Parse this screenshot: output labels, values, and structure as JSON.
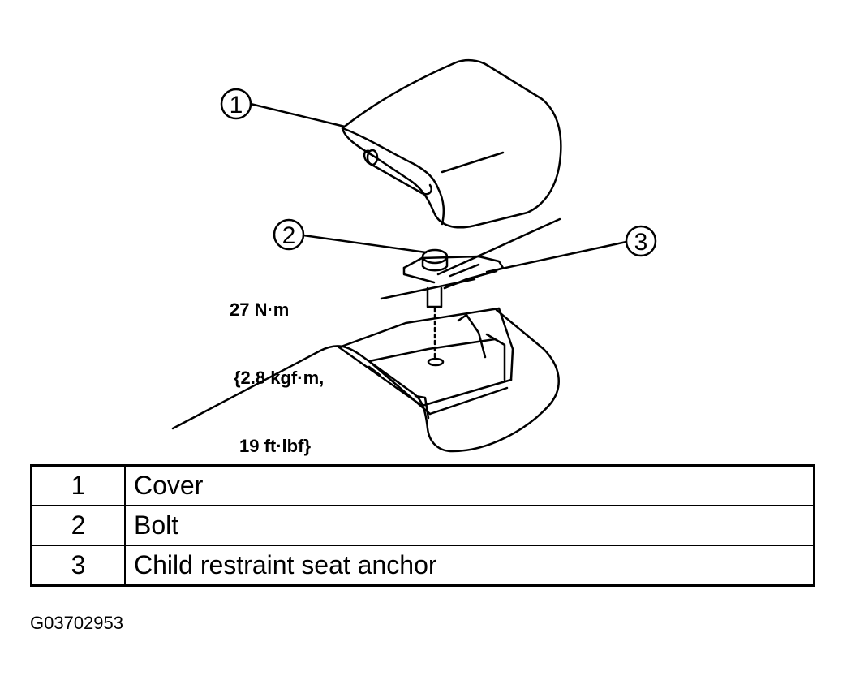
{
  "callouts": [
    "1",
    "2",
    "3"
  ],
  "torque": {
    "line1": "27 N·m",
    "line2": "{2.8 kgf·m,",
    "line3": "19 ft·lbf}"
  },
  "legend": {
    "rows": [
      {
        "num": "1",
        "name": "Cover"
      },
      {
        "num": "2",
        "name": "Bolt"
      },
      {
        "num": "3",
        "name": "Child restraint seat anchor"
      }
    ]
  },
  "figure_code": "G03702953"
}
